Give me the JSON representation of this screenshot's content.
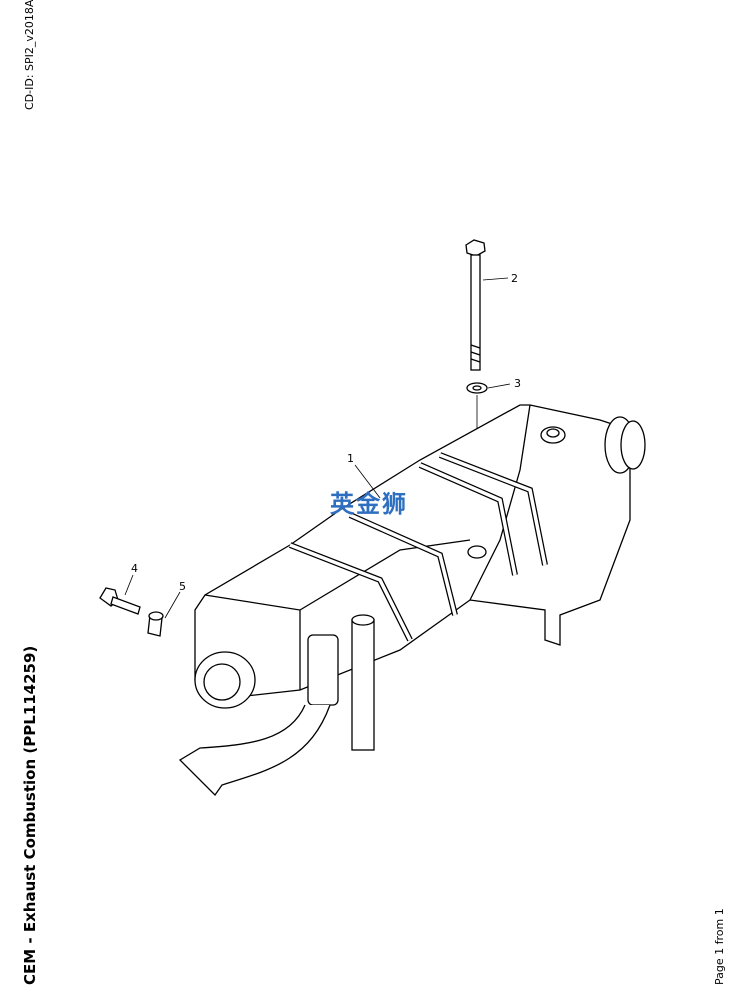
{
  "document": {
    "cd_id": "CD-ID: SPI2_v2018A",
    "title": "CEM - Exhaust Combustion (PPL114259)",
    "page_info": "Page 1 from 1"
  },
  "diagram": {
    "callouts": [
      "1",
      "2",
      "3",
      "4",
      "5"
    ],
    "watermark": "英金狮"
  }
}
